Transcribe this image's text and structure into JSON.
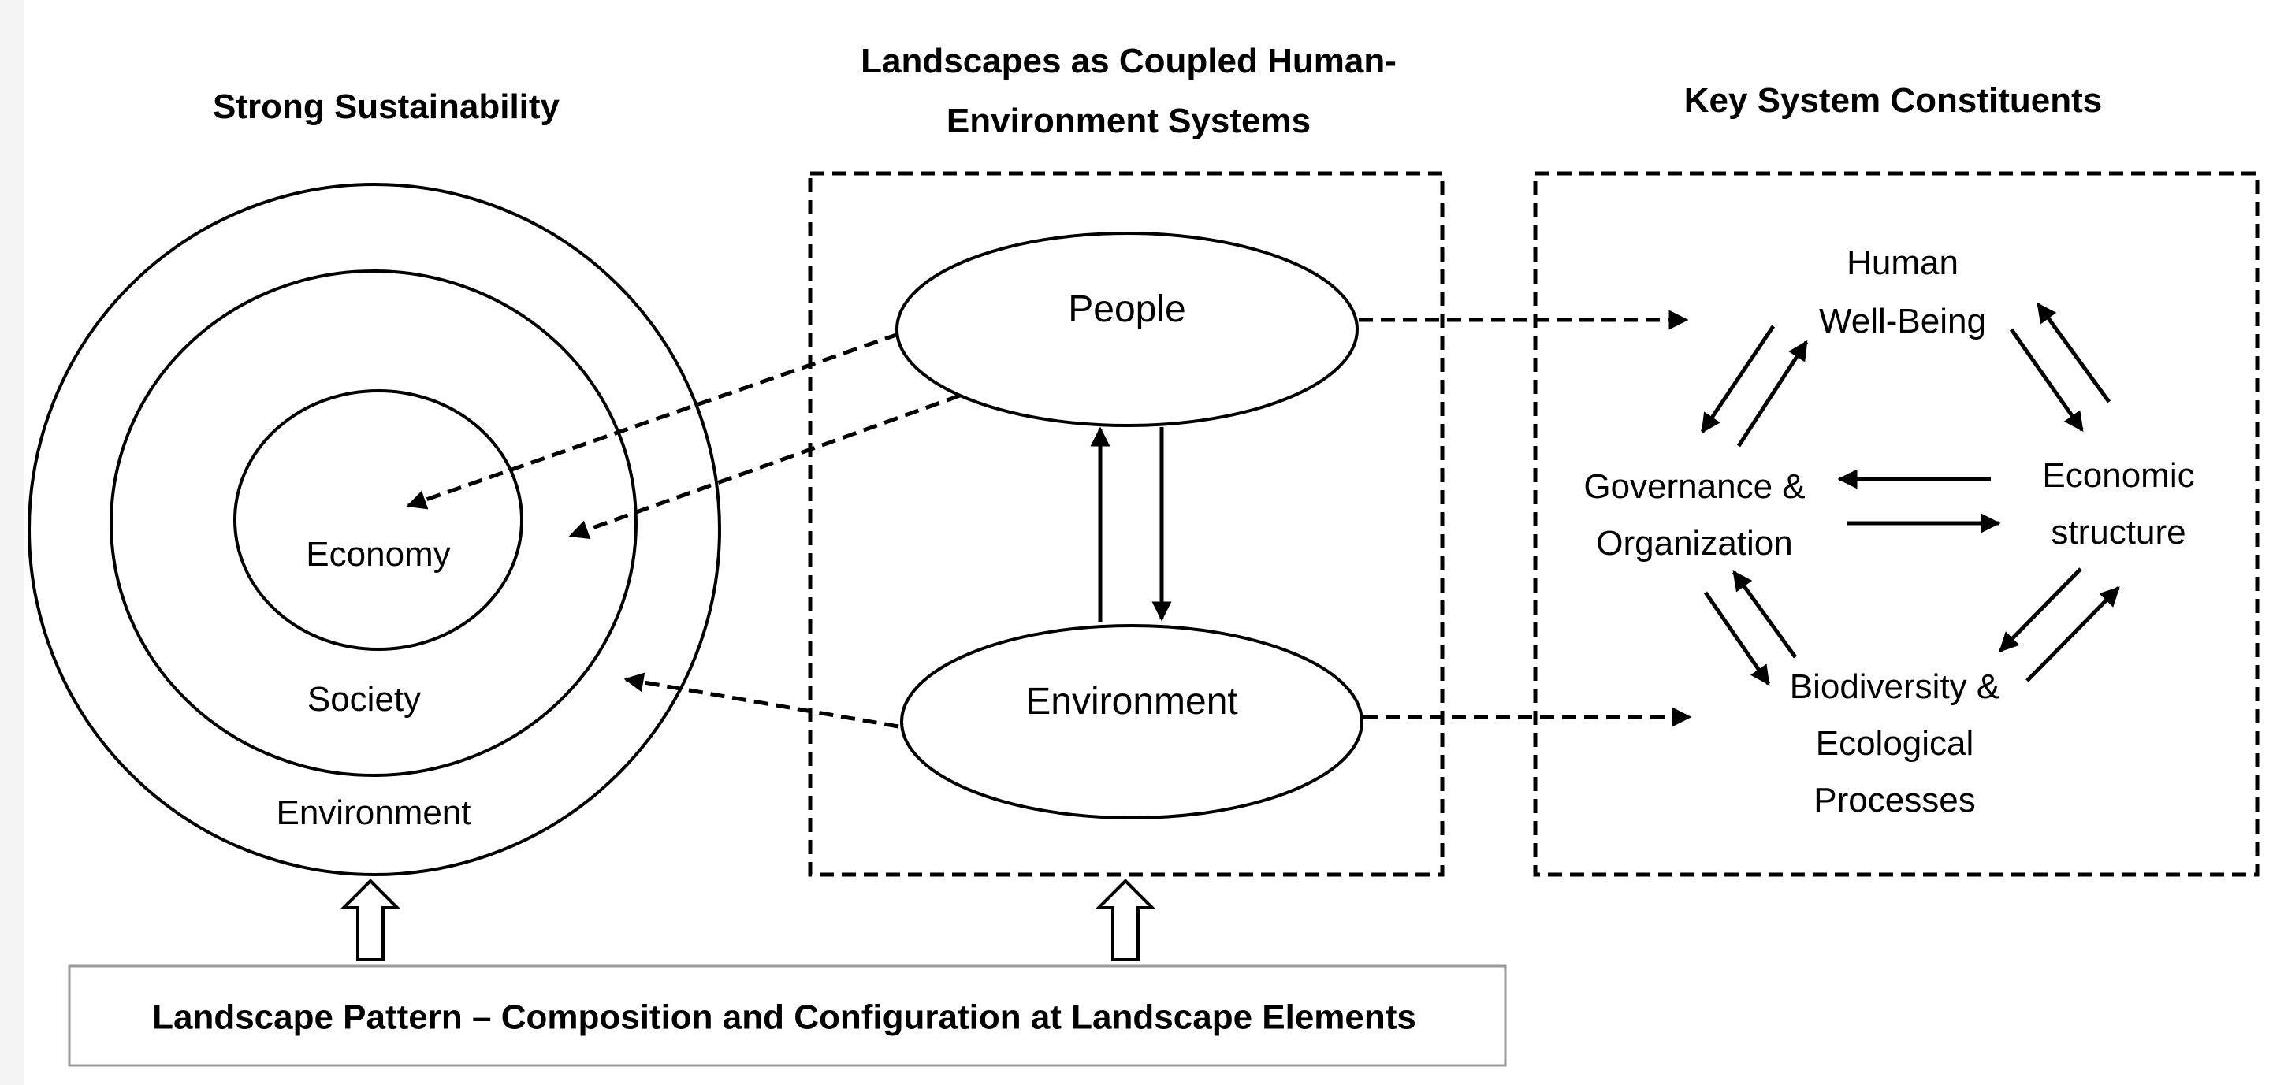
{
  "titles": {
    "left": "Strong Sustainability",
    "middle_line1": "Landscapes as Coupled Human-",
    "middle_line2": "Environment Systems",
    "right": "Key System Constituents"
  },
  "circles": {
    "inner": "Economy",
    "middle": "Society",
    "outer": "Environment"
  },
  "coupled": {
    "people": "People",
    "environment": "Environment"
  },
  "constituents": {
    "human_line1": "Human",
    "human_line2": "Well-Being",
    "governance_line1": "Governance &",
    "governance_line2": "Organization",
    "economic_line1": "Economic",
    "economic_line2": "structure",
    "biodiversity_line1": "Biodiversity &",
    "biodiversity_line2": "Ecological",
    "biodiversity_line3": "Processes"
  },
  "bottom": {
    "label": "Landscape Pattern – Composition and Configuration at Landscape Elements"
  },
  "colors": {
    "stroke": "#000000",
    "background": "#ffffff"
  }
}
